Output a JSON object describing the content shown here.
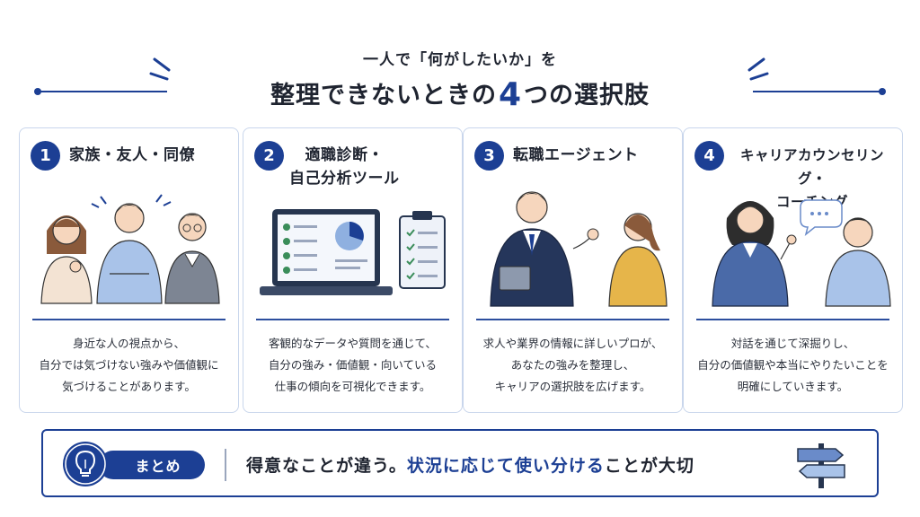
{
  "header": {
    "subtitle": "一人で「何がしたいか」を",
    "title_pre": "整理できないときの",
    "title_num": "4",
    "title_post": "つの選択肢"
  },
  "cards": [
    {
      "number": "1",
      "title_lines": [
        "家族・友人・同僚"
      ],
      "desc_lines": [
        "身近な人の視点から、",
        "自分では気づけない強みや価値観に",
        "気づけることがあります。"
      ]
    },
    {
      "number": "2",
      "title_lines": [
        "適職診断・",
        "自己分析ツール"
      ],
      "desc_lines": [
        "客観的なデータや質問を通じて、",
        "自分の強み・価値観・向いている",
        "仕事の傾向を可視化できます。"
      ]
    },
    {
      "number": "3",
      "title_lines": [
        "転職エージェント"
      ],
      "desc_lines": [
        "求人や業界の情報に詳しいプロが、",
        "あなたの強みを整理し、",
        "キャリアの選択肢を広げます。"
      ]
    },
    {
      "number": "4",
      "title_lines": [
        "キャリアカウンセリング・",
        "コーチング"
      ],
      "desc_lines": [
        "対話を通じて深掘りし、",
        "自分の価値観や本当にやりたいことを",
        "明確にしていきます。"
      ]
    }
  ],
  "summary": {
    "label": "まとめ",
    "text_pre": "得意なことが違う。",
    "text_highlight": "状況に応じて使い分ける",
    "text_post": "ことが大切"
  },
  "icons": {
    "summary_icon": "lightbulb-icon",
    "signpost_icon": "signpost-icon",
    "laptop_icon": "laptop-chart-icon",
    "clipboard_icon": "clipboard-checklist-icon",
    "speech_icon": "speech-bubble-icon"
  },
  "colors": {
    "accent": "#1c3f94",
    "card_border": "#c9d6ec",
    "text": "#1f2430"
  }
}
